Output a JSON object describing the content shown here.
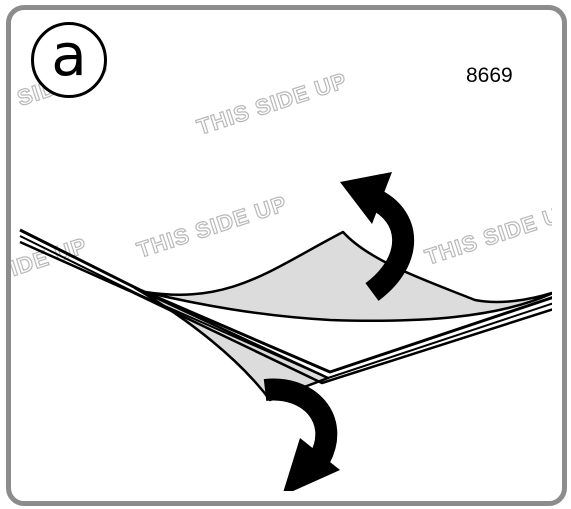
{
  "step": {
    "letter": "a"
  },
  "part_number": "8669",
  "stamps": {
    "text_1": "THIS SIDE UP",
    "text_2": "THIS SIDE UP",
    "text_3": "THIS SIDE UP",
    "text_4": "THIS SIDE UP",
    "text_5": "THIS SIDE UP"
  },
  "colors": {
    "frame": "#8c8c8c",
    "sheet_shade": "#dcdcdc",
    "stamp_outline": "#b8b8b8",
    "arrow": "#000000"
  },
  "icons": {
    "up_arrow": "curved-arrow-up-icon",
    "down_arrow": "curved-arrow-down-icon"
  }
}
